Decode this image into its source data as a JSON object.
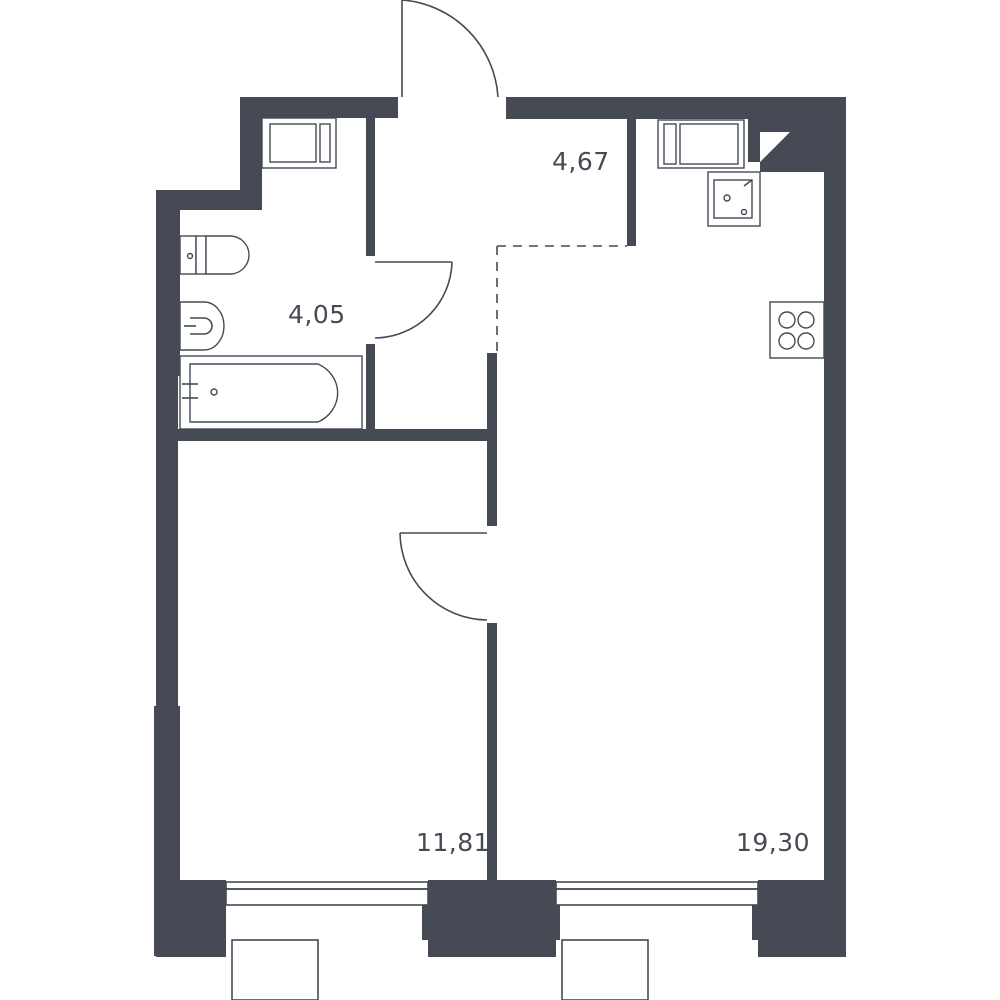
{
  "rooms": {
    "hallway": {
      "area": "4,67"
    },
    "bathroom": {
      "area": "4,05"
    },
    "bedroom": {
      "area": "11,81"
    },
    "kitchen_living": {
      "area": "19,30"
    }
  },
  "colors": {
    "wall": "#454a55",
    "background": "#ffffff"
  }
}
